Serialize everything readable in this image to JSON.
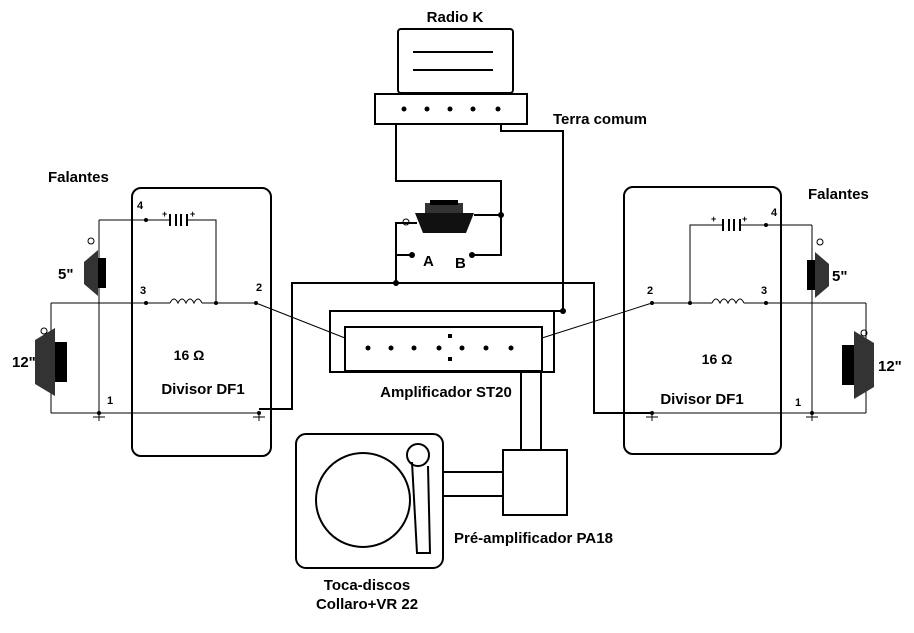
{
  "labels": {
    "radio": "Radio K",
    "ground": "Terra comum",
    "speakers_left": "Falantes",
    "speakers_right": "Falantes",
    "terminal_a": "A",
    "terminal_b": "B",
    "amplifier": "Amplificador ST20",
    "preamp": "Pré-amplificador PA18",
    "turntable_line1": "Toca-discos",
    "turntable_line2": "Collaro+VR 22"
  },
  "divider_left": {
    "name": "Divisor DF1",
    "impedance": "16 Ω",
    "terminals": [
      "1",
      "2",
      "3",
      "4"
    ],
    "tweeter": "5\"",
    "woofer": "12\""
  },
  "divider_right": {
    "name": "Divisor DF1",
    "impedance": "16 Ω",
    "terminals": [
      "1",
      "2",
      "3",
      "4"
    ],
    "tweeter": "5\"",
    "woofer": "12\""
  },
  "icons": [
    "speaker-icon",
    "capacitor-icon",
    "inductor-icon",
    "turntable-icon",
    "radio-icon",
    "ground-icon"
  ]
}
